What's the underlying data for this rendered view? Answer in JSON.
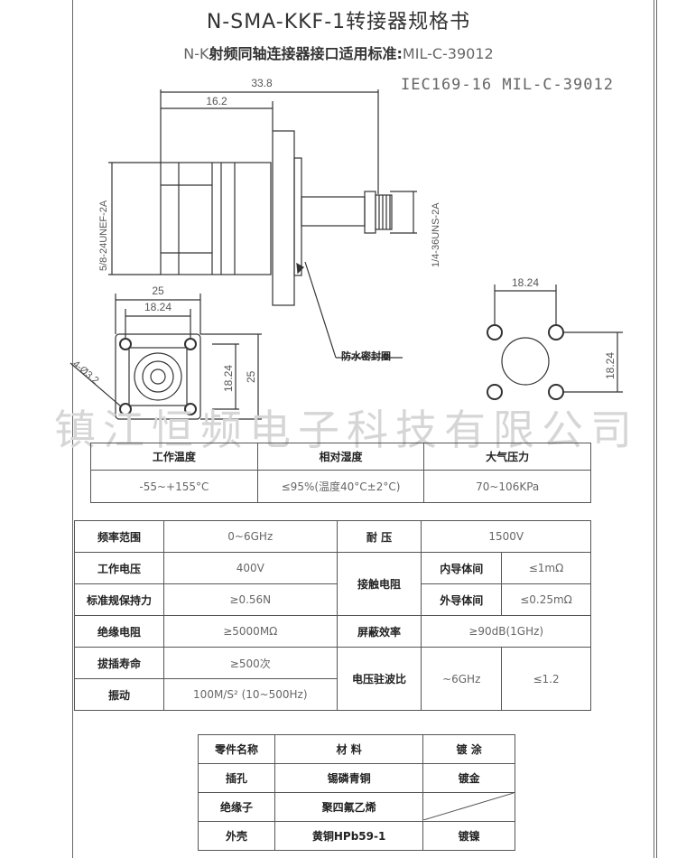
{
  "title": "N-SMA-KKF-1转接器规格书",
  "subtitle_prefix": "N-K",
  "subtitle_main": "射频同轴连接器接口适用标准:",
  "subtitle_std": "MIL-C-39012",
  "std_label_2": "IEC169-16 MIL-C-39012",
  "drawing": {
    "dim_overall": "33.8",
    "dim_body": "16.2",
    "thread_left": "5/8-24UNEF-2A",
    "thread_right": "1/4-36UNS-2A",
    "seal_label": "防水密封圈",
    "flange_outer": "25",
    "flange_holes": "18.24",
    "flange_side_holes": "18.24",
    "flange_side_outer": "25",
    "hole_callout": "4-Ø3.2",
    "right_top": "18.24",
    "right_side": "18.24"
  },
  "watermark": "镇江恒频电子科技有限公司",
  "env_table": {
    "headers": [
      "工作温度",
      "相对湿度",
      "大气压力"
    ],
    "values": [
      "-55~+155°C",
      "≤95%(温度40°C±2°C)",
      "70~106KPa"
    ]
  },
  "spec_table": {
    "freq_label": "频率范围",
    "freq_value": "0~6GHz",
    "voltage_label": "工作电压",
    "voltage_value": "400V",
    "retention_label": "标准规保持力",
    "retention_value": "≥0.56N",
    "insulation_label": "绝缘电阻",
    "insulation_value": "≥5000MΩ",
    "life_label": "拔插寿命",
    "life_value": "≥500次",
    "vibration_label": "振动",
    "vibration_value": "100M/S² (10~500Hz)",
    "withstand_label": "耐  压",
    "withstand_value": "1500V",
    "contact_label": "接触电阻",
    "inner_label": "内导体间",
    "inner_value": "≤1mΩ",
    "outer_label": "外导体间",
    "outer_value": "≤0.25mΩ",
    "shield_label": "屏蔽效率",
    "shield_value": "≥90dB(1GHz)",
    "vswr_label": "电压驻波比",
    "vswr_freq": "~6GHz",
    "vswr_value": "≤1.2"
  },
  "parts_table": {
    "headers": [
      "零件名称",
      "材    料",
      "镀    涂"
    ],
    "rows": [
      {
        "name": "插孔",
        "material": "锡磷青铜",
        "plating": "镀金"
      },
      {
        "name": "绝缘子",
        "material": "聚四氟乙烯",
        "plating": ""
      },
      {
        "name": "外壳",
        "material": "黄铜HPb59-1",
        "plating": "镀镍"
      }
    ]
  }
}
